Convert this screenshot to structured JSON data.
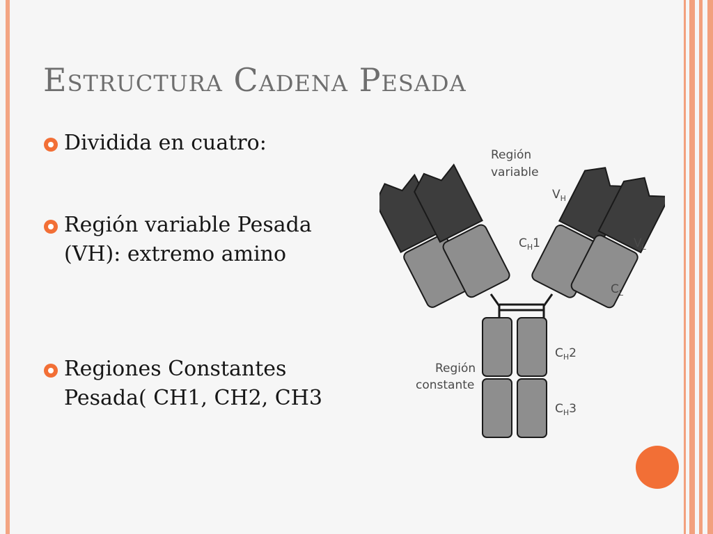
{
  "slide": {
    "title": "Estructura Cadena Pesada",
    "bullets": [
      {
        "text": "Dividida en cuatro:"
      },
      {
        "text": "Región variable Pesada (VH): extremo amino"
      },
      {
        "text": "Regiones Constantes Pesada( CH1, CH2, CH3"
      }
    ]
  },
  "diagram": {
    "label_region_variable_1": "Región",
    "label_region_variable_2": "variable",
    "label_vh": "V",
    "label_vh_sub": "H",
    "label_vl": "V",
    "label_vl_sub": "L",
    "label_ch1": "C",
    "label_ch1_sub": "H",
    "label_ch1_num": "1",
    "label_cl": "C",
    "label_cl_sub": "L",
    "label_ch2": "C",
    "label_ch2_sub": "H",
    "label_ch2_num": "2",
    "label_ch3": "C",
    "label_ch3_sub": "H",
    "label_ch3_num": "3",
    "label_region_constante_1": "Región",
    "label_region_constante_2": "constante"
  },
  "colors": {
    "accent": "#f2a07d",
    "bullet": "#f26f36",
    "dark_domain": "#3d3d3d",
    "light_domain": "#8e8e8e"
  }
}
